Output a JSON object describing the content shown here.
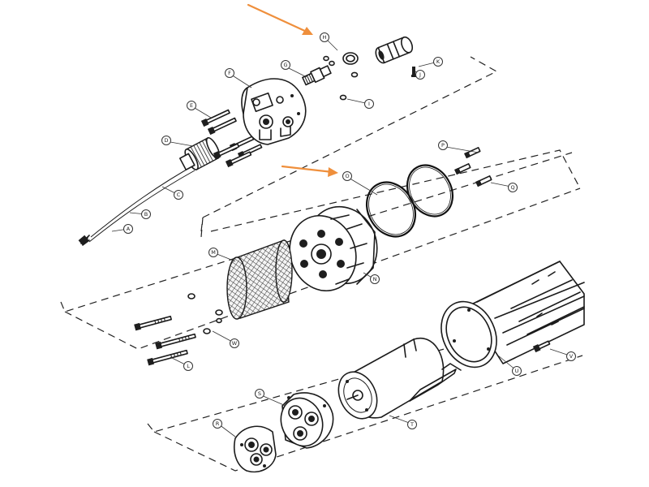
{
  "diagram": {
    "accent_color": "#ef8f3c",
    "callouts": [
      "A",
      "B",
      "C",
      "D",
      "E",
      "F",
      "G",
      "H",
      "I",
      "J",
      "K",
      "L",
      "M",
      "N",
      "O",
      "P",
      "Q",
      "R",
      "S",
      "T",
      "U",
      "V",
      "W"
    ],
    "highlighted_parts": [
      "H",
      "O"
    ]
  }
}
